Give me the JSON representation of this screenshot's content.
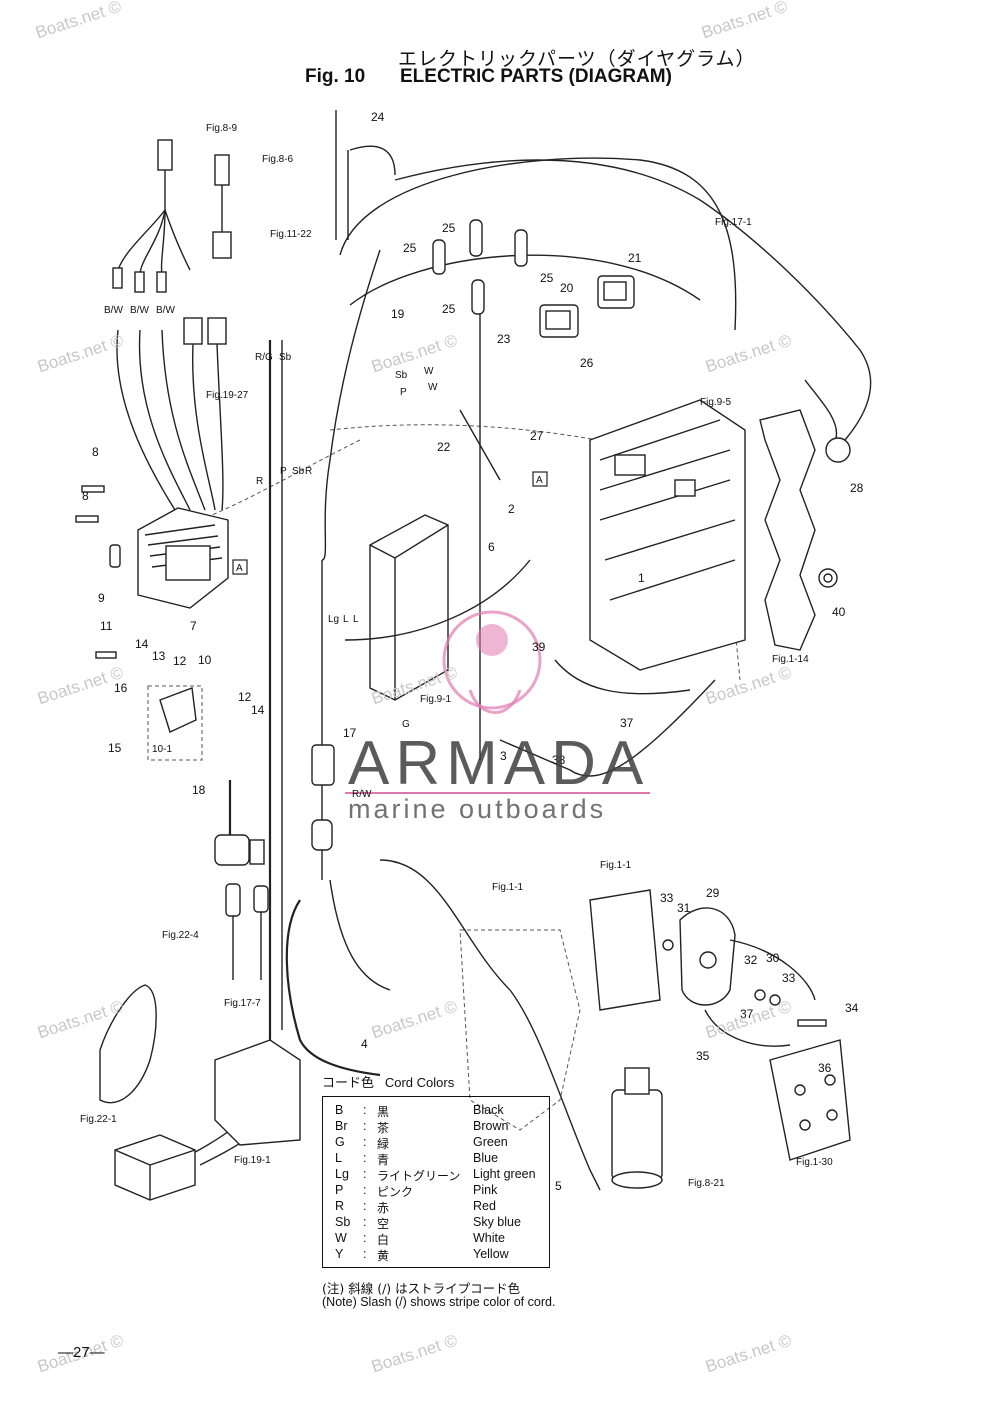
{
  "header": {
    "title_jp": "エレクトリックパーツ（ダイヤグラム）",
    "fig_label": "Fig. 10",
    "title_en": "ELECTRIC PARTS (DIAGRAM)"
  },
  "watermark": "Boats.net ©",
  "overlay_logo": {
    "brand": "ARMADA",
    "tagline": "marine outboards",
    "accent_color": "#d6589a"
  },
  "diagram": {
    "part_numbers": [
      "1",
      "2",
      "3",
      "4",
      "5",
      "6",
      "7",
      "8",
      "9",
      "10",
      "10-1",
      "11",
      "12",
      "13",
      "14",
      "15",
      "16",
      "17",
      "18",
      "19",
      "20",
      "21",
      "22",
      "23",
      "24",
      "25",
      "26",
      "27",
      "28",
      "29",
      "30",
      "31",
      "32",
      "33",
      "34",
      "35",
      "36",
      "37",
      "38",
      "39",
      "40"
    ],
    "figure_refs": [
      "Fig.8-9",
      "Fig.8-6",
      "Fig.11-22",
      "Fig.19-27",
      "Fig.17-1",
      "Fig.9-5",
      "Fig.1-14",
      "Fig.9-1",
      "Fig.22-4",
      "Fig.17-7",
      "Fig.22-1",
      "Fig.19-1",
      "Fig.1-1",
      "Fig.8-21",
      "Fig.1-30"
    ],
    "wire_codes": [
      "B/W",
      "R/G",
      "Sb",
      "P",
      "R",
      "W",
      "Lg",
      "L",
      "G",
      "R/W"
    ],
    "callout_marker": "A"
  },
  "legend": {
    "title_jp": "コード色",
    "title_en": "Cord Colors",
    "rows": [
      {
        "code": "B",
        "jp": "黒",
        "en": "Black"
      },
      {
        "code": "Br",
        "jp": "茶",
        "en": "Brown"
      },
      {
        "code": "G",
        "jp": "緑",
        "en": "Green"
      },
      {
        "code": "L",
        "jp": "青",
        "en": "Blue"
      },
      {
        "code": "Lg",
        "jp": "ライトグリーン",
        "en": "Light green"
      },
      {
        "code": "P",
        "jp": "ピンク",
        "en": "Pink"
      },
      {
        "code": "R",
        "jp": "赤",
        "en": "Red"
      },
      {
        "code": "Sb",
        "jp": "空",
        "en": "Sky blue"
      },
      {
        "code": "W",
        "jp": "白",
        "en": "White"
      },
      {
        "code": "Y",
        "jp": "黄",
        "en": "Yellow"
      }
    ]
  },
  "note": {
    "jp": "(注) 斜線 (/) はストライプコード色",
    "en": "(Note)  Slash  (/)  shows stripe color of cord."
  },
  "page_number": "—27—"
}
